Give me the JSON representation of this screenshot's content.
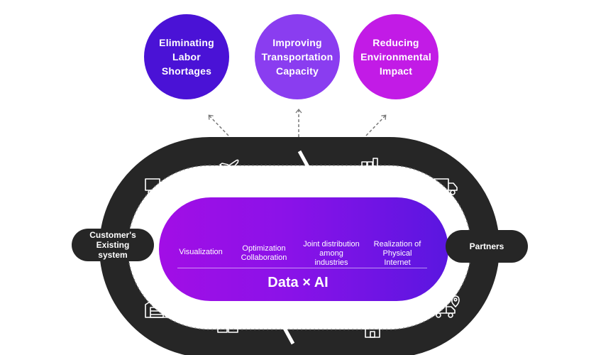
{
  "goals": [
    "Eliminating\nLabor\nShortages",
    "Improving\nTransportation\nCapacity",
    "Reducing\nEnvironmental\nImpact"
  ],
  "left_node": "Customer's\nExisting\nsystem",
  "right_node": "Partners",
  "core": {
    "items": [
      "Visualization",
      "Optimization\nCollaboration",
      "Joint distribution\namong\nindustries",
      "Realization of\nPhysical\nInternet"
    ],
    "title": "Data × AI"
  },
  "colors": {
    "goal_1": "#4a12d6",
    "goal_2": "#8a3df0",
    "goal_3": "#c21be6",
    "track": "#262626",
    "core_start": "#a20ee6",
    "core_end": "#5a16e0"
  },
  "icons": {
    "track": [
      "airplane-icon",
      "ship-icon",
      "truck-icon",
      "truck-icon",
      "delivery-truck-pin-icon",
      "building-icon",
      "boxes-icon",
      "warehouse-icon"
    ],
    "core": [
      "chart-magnifier-icon",
      "people-network-icon",
      "truck-icon",
      "network-nodes-icon"
    ]
  }
}
